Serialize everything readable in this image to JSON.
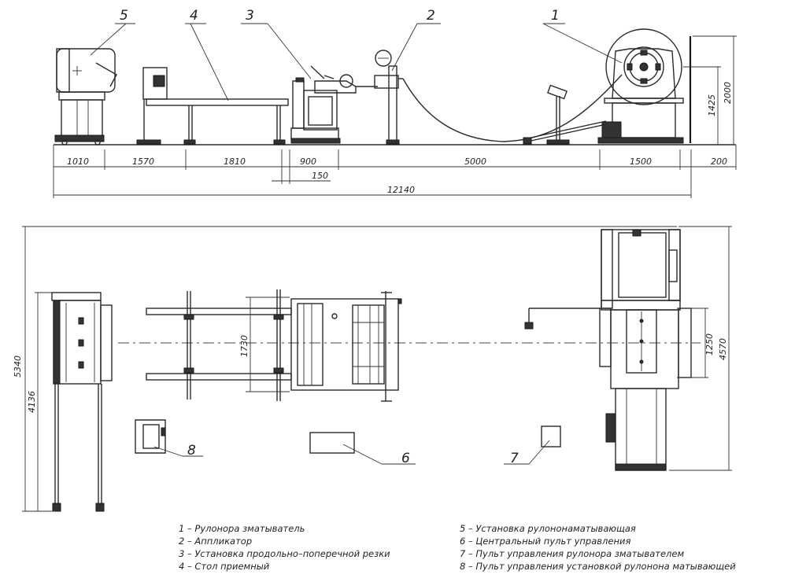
{
  "side_view": {
    "callouts": [
      "5",
      "4",
      "3",
      "2",
      "1"
    ],
    "dimensions": {
      "h_1010": "1010",
      "h_1570": "1570",
      "h_1810": "1810",
      "h_900": "900",
      "h_5000": "5000",
      "h_1500": "1500",
      "h_200": "200",
      "h_150": "150",
      "h_total": "12140",
      "v_1425": "1425",
      "v_2000": "2000"
    }
  },
  "plan_view": {
    "callouts": [
      "8",
      "6",
      "7"
    ],
    "dimensions": {
      "v_5340": "5340",
      "v_4136": "4136",
      "v_1730": "1730",
      "v_1250": "1250",
      "v_4570": "4570"
    }
  },
  "legend": {
    "left": [
      "1 – Рулонора зматыватель",
      "2 – Аппликатор",
      "3 – Установка продольно–поперечной резки",
      "4 – Стол приемный"
    ],
    "right": [
      "5 – Установка рулононаматывающая",
      "6 – Центральный пульт управления",
      "7 – Пульт управления рулонора зматывателем",
      "8 – Пульт управления установкой рулонона матывающей"
    ]
  }
}
